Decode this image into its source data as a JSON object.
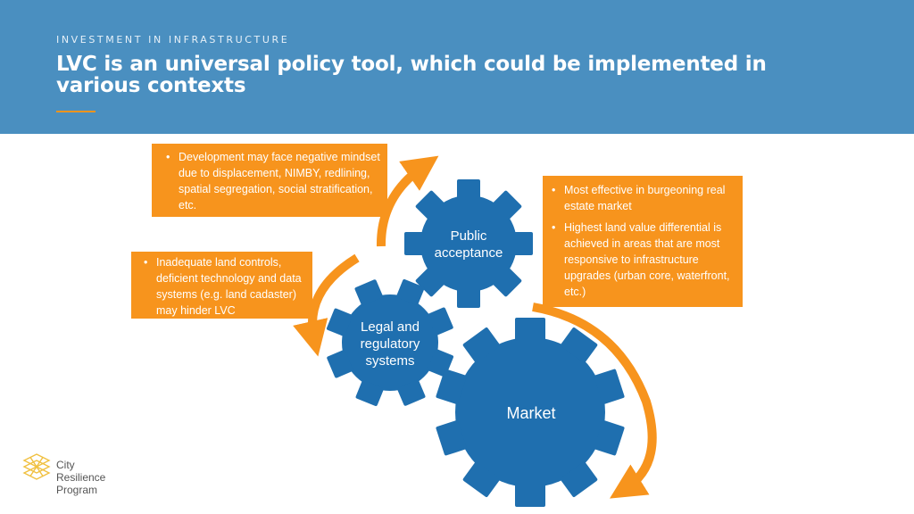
{
  "header": {
    "eyebrow": "INVESTMENT IN INFRASTRUCTURE",
    "title": "LVC is an universal policy tool, which could be implemented in various contexts"
  },
  "callouts": {
    "public_acceptance": [
      "Development may face negative mindset due to displacement, NIMBY, redlining, spatial segregation, social stratification, etc."
    ],
    "legal": [
      "Inadequate land controls, deficient technology and data systems (e.g. land cadaster) may hinder LVC"
    ],
    "market": [
      "Most effective in burgeoning real estate market",
      "Highest land value differential is achieved in areas that are most responsive to infrastructure upgrades (urban core, waterfront, etc.)"
    ]
  },
  "gears": {
    "public": "Public acceptance",
    "legal": "Legal and regulatory systems",
    "market": "Market"
  },
  "logo": {
    "line1": "City",
    "line2": "Resilience",
    "line3": "Program"
  },
  "colors": {
    "header": "#4a8fc0",
    "orange": "#f7941d",
    "gear": "#1f6faf",
    "logo_line": "#f0c040"
  }
}
